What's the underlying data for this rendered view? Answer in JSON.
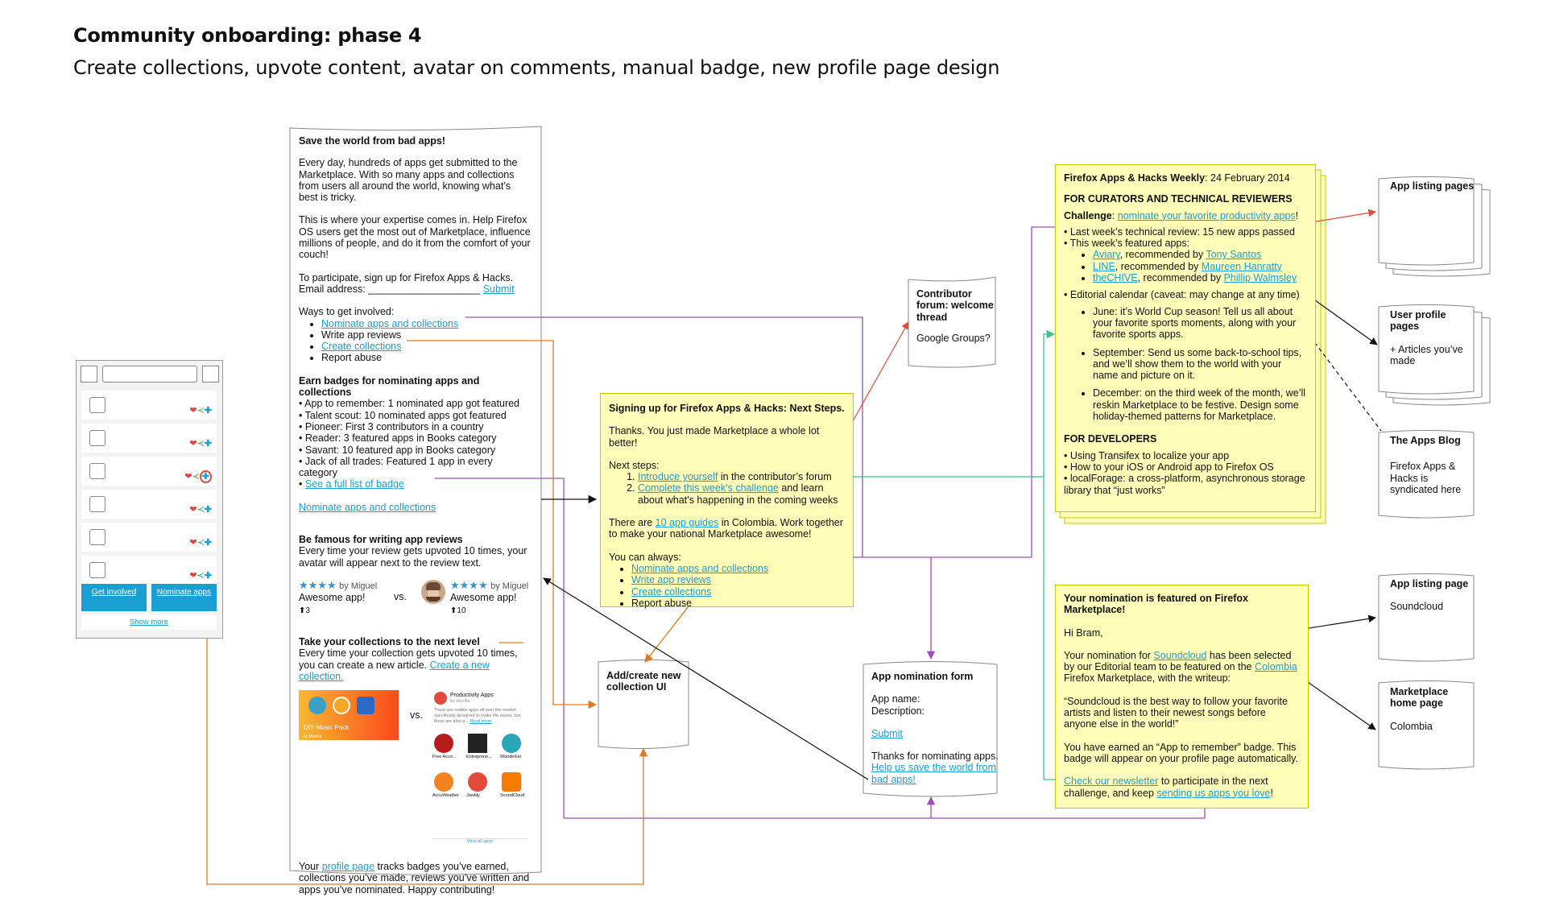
{
  "header": {
    "title": "Community onboarding: phase 4",
    "subtitle": "Create collections, upvote content, avatar on comments, manual badge, new profile page design"
  },
  "phone": {
    "get_involved": "Get involved",
    "nominate_apps": "Nominate apps",
    "show_more": "Show more"
  },
  "landing": {
    "heading": "Save the world from bad apps!",
    "p1": "Every day, hundreds of apps get submitted to the Marketplace. With so many apps and collections from users all around the world, knowing what’s best is tricky.",
    "p2": "This is where your expertise comes in. Help Firefox OS users get the most out of Marketplace, influence millions of people, and do it from the comfort of your couch!",
    "p3": "To participate, sign up for Firefox Apps & Hacks.",
    "email_label": "Email address:",
    "email_blank": "____________________",
    "submit": "Submit",
    "ways_heading": "Ways to get involved:",
    "ways": [
      "Nominate apps and collections",
      "Write app reviews",
      "Create collections",
      "Report abuse"
    ],
    "badges_heading": "Earn badges for nominating apps and collections",
    "badges": [
      "App to remember: 1 nominated app got featured",
      "Talent scout: 10 nominated apps got featured",
      "Pioneer: First 3 contributors in a country",
      "Reader: 3 featured apps in Books category",
      "Savant: 10 featured app in Books category",
      "Jack of all trades: Featured 1 app in every category",
      "See a full list of badge"
    ],
    "nominate_link": "Nominate apps and collections",
    "famous_heading": "Be famous for writing app reviews",
    "famous_text": "Every time your review gets upvoted 10 times, your avatar will appear next to the review text.",
    "review_stars": "★★★★",
    "review_by": "by Miguel",
    "review_text": "Awesome app!",
    "review_up_a": "⬆3",
    "vs": "vs.",
    "review_up_b": "⬆10",
    "collections_heading": "Take your collections to the next level",
    "collections_text": "Every time your collection gets upvoted 10 times, you can create a new article.",
    "create_link": "Create a new collection.",
    "music_pack": "DIY Music Pack",
    "music_pack_by": "by Mozilla",
    "prod_title": "Productivity Apps",
    "prod_by": "by Mozilla",
    "prod_desc": "There are mobile apps all over the market specifically designed to make life easier, but there are also a...",
    "read_more": "Read more",
    "prod_apps": [
      "Free Acco...",
      "Entreprene...",
      "Wunderlist",
      "AccuWeather",
      "Jawbly",
      "SoundCloud"
    ],
    "view_all": "View all apps",
    "profile_pre": "Your ",
    "profile_link": "profile page",
    "profile_post": " tracks badges you’ve earned, collections you’ve made, reviews you’ve written and apps you’ve nominated. Happy contributing!"
  },
  "signup": {
    "heading": "Signing up for Firefox Apps & Hacks: Next Steps.",
    "thanks": "Thanks. You just made Marketplace a whole lot better!",
    "next_steps": "Next steps:",
    "step1_link": "Introduce yourself",
    "step1_rest": " in the contributor’s forum",
    "step2_link": "Complete this week’s challenge",
    "step2_rest": " and learn about what’s happening in the coming weeks",
    "guides_pre": "There are ",
    "guides_link": "10 app guides",
    "guides_post": " in Colombia. Work together to make your national Marketplace awesome!",
    "always": "You can always:",
    "always_items": [
      "Nominate apps and collections",
      "Write app reviews",
      "Create collections",
      "Report abuse"
    ]
  },
  "forum": {
    "title": "Contributor forum: welcome thread",
    "body": "Google Groups?"
  },
  "collection_ui": {
    "title": "Add/create new collection UI"
  },
  "nomination_form": {
    "title": "App nomination form",
    "app_name": "App name:",
    "description": "Description:",
    "submit": "Submit",
    "thanks": "Thanks for nominating apps. ",
    "help_link": "Help us save the world from bad apps!"
  },
  "weekly": {
    "title": "Firefox Apps & Hacks Weekly",
    "date": ": 24 February 2014",
    "curators_heading": "FOR CURATORS AND TECHNICAL REVIEWERS",
    "challenge_label": "Challenge",
    "challenge_link": "nominate your favorite productivity apps",
    "review_line": "Last week’s technical review: 15 new apps passed",
    "featured_line": "This week’s featured apps:",
    "featured": [
      {
        "app": "Aviary",
        "by": "Tony Santos"
      },
      {
        "app": "LINE",
        "by": "Maureen Hanratty"
      },
      {
        "app": "theCHIVE",
        "by": "Phillip Walmsley"
      }
    ],
    "recommended_by": ", recommended by ",
    "calendar_line": "Editorial calendar (caveat: may change at any time)",
    "calendar": [
      "June: it’s World Cup season! Tell us all about your favorite sports moments, along with your favorite sports apps.",
      "September: Send us some back-to-school tips, and we’ll show them to the world with your name and picture on it.",
      "December: on the third week of the month, we’ll reskin Marketplace to be festive. Design some holiday-themed patterns for Marketplace."
    ],
    "dev_heading": "FOR DEVELOPERS",
    "dev": [
      "Using Transifex to localize your app",
      "How to your iOS or Android app to Firefox OS",
      "localForage: a cross-platform, asynchronous storage library that “just works”"
    ]
  },
  "featured_note": {
    "heading": "Your nomination is featured on Firefox Marketplace!",
    "greeting": "Hi Bram,",
    "p1_pre": "Your nomination for ",
    "p1_link1": "Soundcloud",
    "p1_mid": " has been selected by our Editorial team to be featured on the ",
    "p1_link2": "Colombia",
    "p1_post": " Firefox Marketplace, with the writeup:",
    "quote": "“Soundcloud is the best way to follow your favorite artists and listen to their newest songs before anyone else in the world!”",
    "badge": "You have earned an “App to remember” badge. This badge will appear on your profile page automatically.",
    "newsletter_link": "Check our newsletter",
    "newsletter_mid": " to participate in the next challenge, and keep ",
    "send_link": "sending us apps you love",
    "newsletter_end": "!"
  },
  "side_pages": {
    "app_listing_pages": "App listing pages",
    "user_profile_title": "User profile pages",
    "user_profile_body": "+ Articles you’ve made",
    "apps_blog_title": "The Apps Blog",
    "apps_blog_body": "Firefox Apps & Hacks is syndicated here",
    "app_listing_page": "App listing page",
    "app_listing_body": "Soundcloud",
    "marketplace_home": "Marketplace home page",
    "marketplace_body": "Colombia"
  },
  "colors": {
    "purple": "#9c4fb8",
    "orange": "#e07a1f",
    "green": "#3cc38a",
    "red": "#e24b3b",
    "black": "#111111",
    "note_fill": "#fffdb8",
    "link": "#1a9fd5"
  }
}
